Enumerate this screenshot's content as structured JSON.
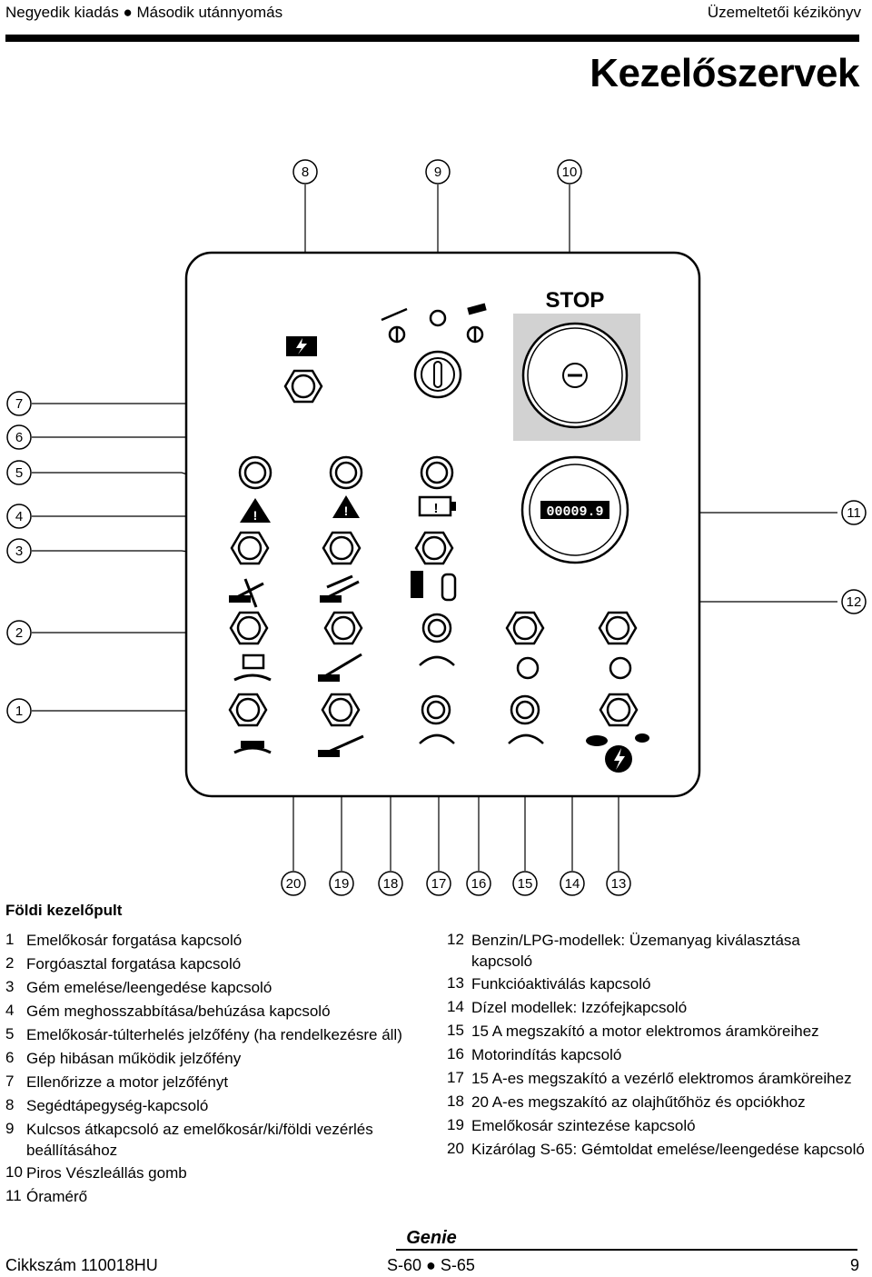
{
  "header": {
    "left": "Negyedik kiadás ● Második utánnyomás",
    "right": "Üzemeltetői kézikönyv",
    "title": "Kezelőszervek"
  },
  "panel": {
    "stop_label": "STOP",
    "hour_meter_reading": "00009.9",
    "callouts_top": [
      "8",
      "9",
      "10"
    ],
    "callouts_left": [
      "7",
      "6",
      "5",
      "4",
      "3",
      "2",
      "1"
    ],
    "callouts_right": [
      "11",
      "12"
    ],
    "callouts_bottom": [
      "20",
      "19",
      "18",
      "17",
      "16",
      "15",
      "14",
      "13"
    ]
  },
  "legend": {
    "title": "Földi kezelőpult",
    "left_items": [
      {
        "n": "1",
        "t": "Emelőkosár forgatása kapcsoló"
      },
      {
        "n": "2",
        "t": "Forgóasztal forgatása kapcsoló"
      },
      {
        "n": "3",
        "t": "Gém emelése/leengedése kapcsoló"
      },
      {
        "n": "4",
        "t": "Gém meghosszabbítása/behúzása kapcsoló"
      },
      {
        "n": "5",
        "t": "Emelőkosár-túlterhelés jelzőfény (ha rendelkezésre áll)"
      },
      {
        "n": "6",
        "t": "Gép hibásan működik jelzőfény"
      },
      {
        "n": "7",
        "t": "Ellenőrizze a motor jelzőfényt"
      },
      {
        "n": "8",
        "t": "Segédtápegység-kapcsoló"
      },
      {
        "n": "9",
        "t": "Kulcsos átkapcsoló az emelőkosár/ki/földi vezérlés beállításához"
      },
      {
        "n": "10",
        "t": "Piros Vészleállás gomb"
      },
      {
        "n": "11",
        "t": "Óramérő"
      }
    ],
    "right_items": [
      {
        "n": "12",
        "t": "Benzin/LPG-modellek: Üzemanyag kiválasztása kapcsoló"
      },
      {
        "n": "13",
        "t": "Funkcióaktiválás kapcsoló"
      },
      {
        "n": "14",
        "t": "Dízel modellek: Izzófejkapcsoló"
      },
      {
        "n": "15",
        "t": "15 A megszakító a motor elektromos áramköreihez"
      },
      {
        "n": "16",
        "t": "Motorindítás kapcsoló"
      },
      {
        "n": "17",
        "t": "15 A-es megszakító a vezérlő elektromos áramköreihez"
      },
      {
        "n": "18",
        "t": "20 A-es megszakító az olajhűtőhöz és opciókhoz"
      },
      {
        "n": "19",
        "t": "Emelőkosár szintezése kapcsoló"
      },
      {
        "n": "20",
        "t": "Kizárólag S-65: Gémtoldat emelése/leengedése kapcsoló"
      }
    ]
  },
  "footer": {
    "left": "Cikkszám 110018HU",
    "center": "S-60 ● S-65",
    "right": "9",
    "logo_text": "Genie"
  }
}
